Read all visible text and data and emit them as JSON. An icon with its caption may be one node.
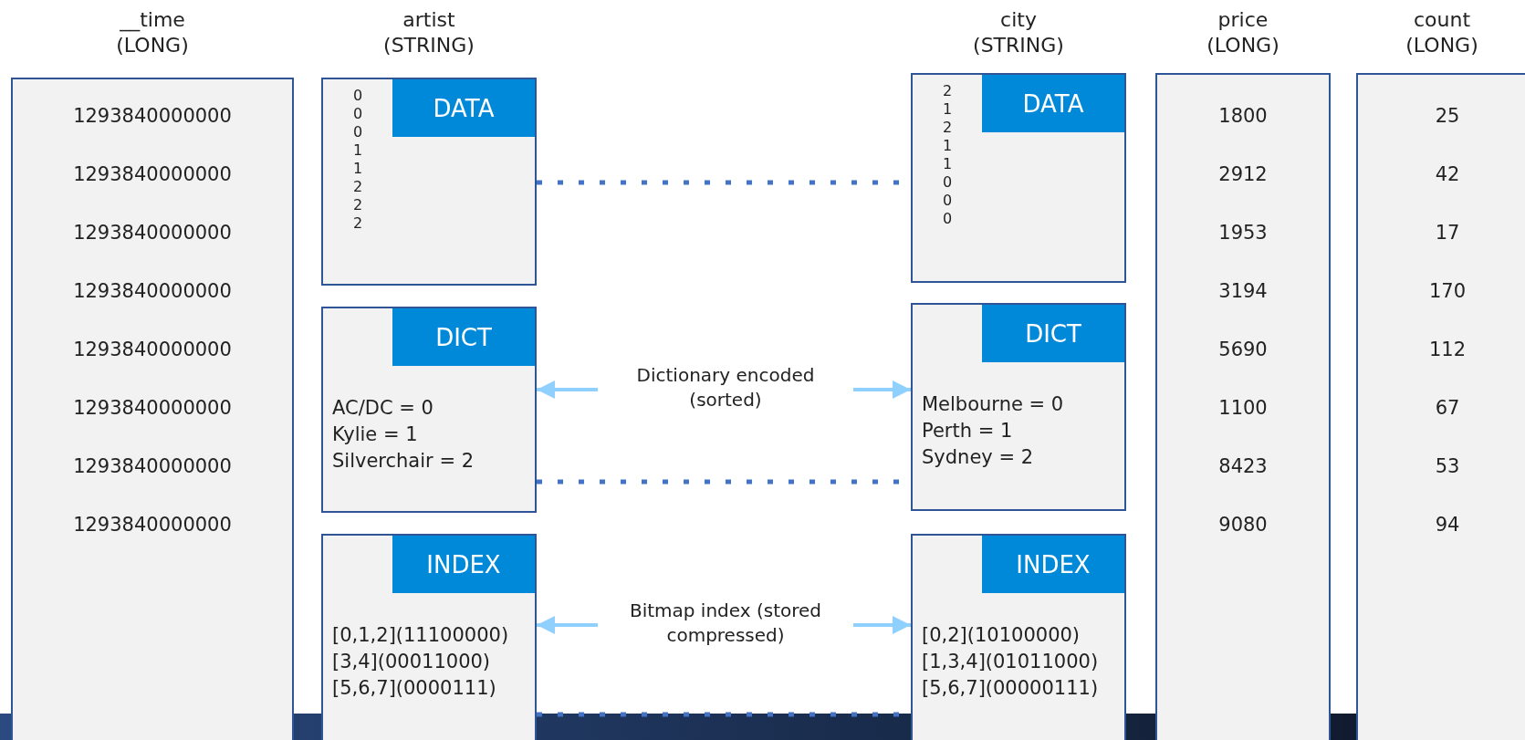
{
  "diagram": {
    "nodes": [
      {
        "text": [
          "__time (LONG)",
          "1293840000000",
          "1293840000000",
          "1293840000000",
          "1293840000000",
          "1293840000000",
          "1293840000000",
          "1293840000000",
          "1293840000000"
        ]
      },
      {
        "text": [
          "DATA",
          "0",
          "0",
          "0",
          "1",
          "1",
          "2",
          "2",
          "2"
        ]
      },
      {
        "text": [
          "DATA",
          "2",
          "1",
          "2",
          "1",
          "1",
          "0",
          "0",
          "0"
        ]
      },
      {
        "text": [
          "price (LONG)",
          "1800",
          "2912",
          "1953",
          "3194",
          "5690",
          "1100",
          "8423",
          "9080"
        ]
      },
      {
        "text": [
          "count (LONG)",
          "25",
          "42",
          "17",
          "170",
          "112",
          "67",
          "53",
          "94"
        ]
      },
      {
        "text": [
          "DICT",
          "AC/DC = 0",
          "Kylie = 1",
          "Silverchair = 2"
        ]
      },
      {
        "text": [
          "Dictionary encoded (sorted)"
        ]
      },
      {
        "text": [
          "DICT",
          "Melbourne = 0",
          "Perth = 1",
          "Sydney = 2"
        ]
      },
      {
        "text": [
          "INDEX",
          "[0,1,2](11100000)",
          "[3,4](00011000)",
          "[5,6,7](0000111)"
        ]
      },
      {
        "text": [
          "Bitmap index (stored compressed)"
        ]
      },
      {
        "text": [
          "INDEX",
          "[0,2](10100000)",
          "[1,3,4](01011000)",
          "[5,6,7](00000111)"
        ]
      }
    ],
    "edges": [
      {
        "from": 1,
        "to": 2,
        "arrow": "none",
        "style": "dashed",
        "color": "#4472c4"
      },
      {
        "from": 6,
        "to": 5,
        "arrow": "to"
      },
      {
        "from": 6,
        "to": 7,
        "arrow": "to"
      },
      {
        "from": 5,
        "to": 7,
        "arrow": "none",
        "style": "dashed",
        "color": "#4472c4"
      },
      {
        "from": 9,
        "to": 8,
        "arrow": "to"
      },
      {
        "from": 9,
        "to": 10,
        "arrow": "to"
      },
      {
        "from": 8,
        "to": 10,
        "arrow": "none",
        "style": "dashed",
        "color": "#4472c4"
      }
    ],
    "labels": [
      "artist (STRING)",
      "city (STRING)"
    ]
  }
}
